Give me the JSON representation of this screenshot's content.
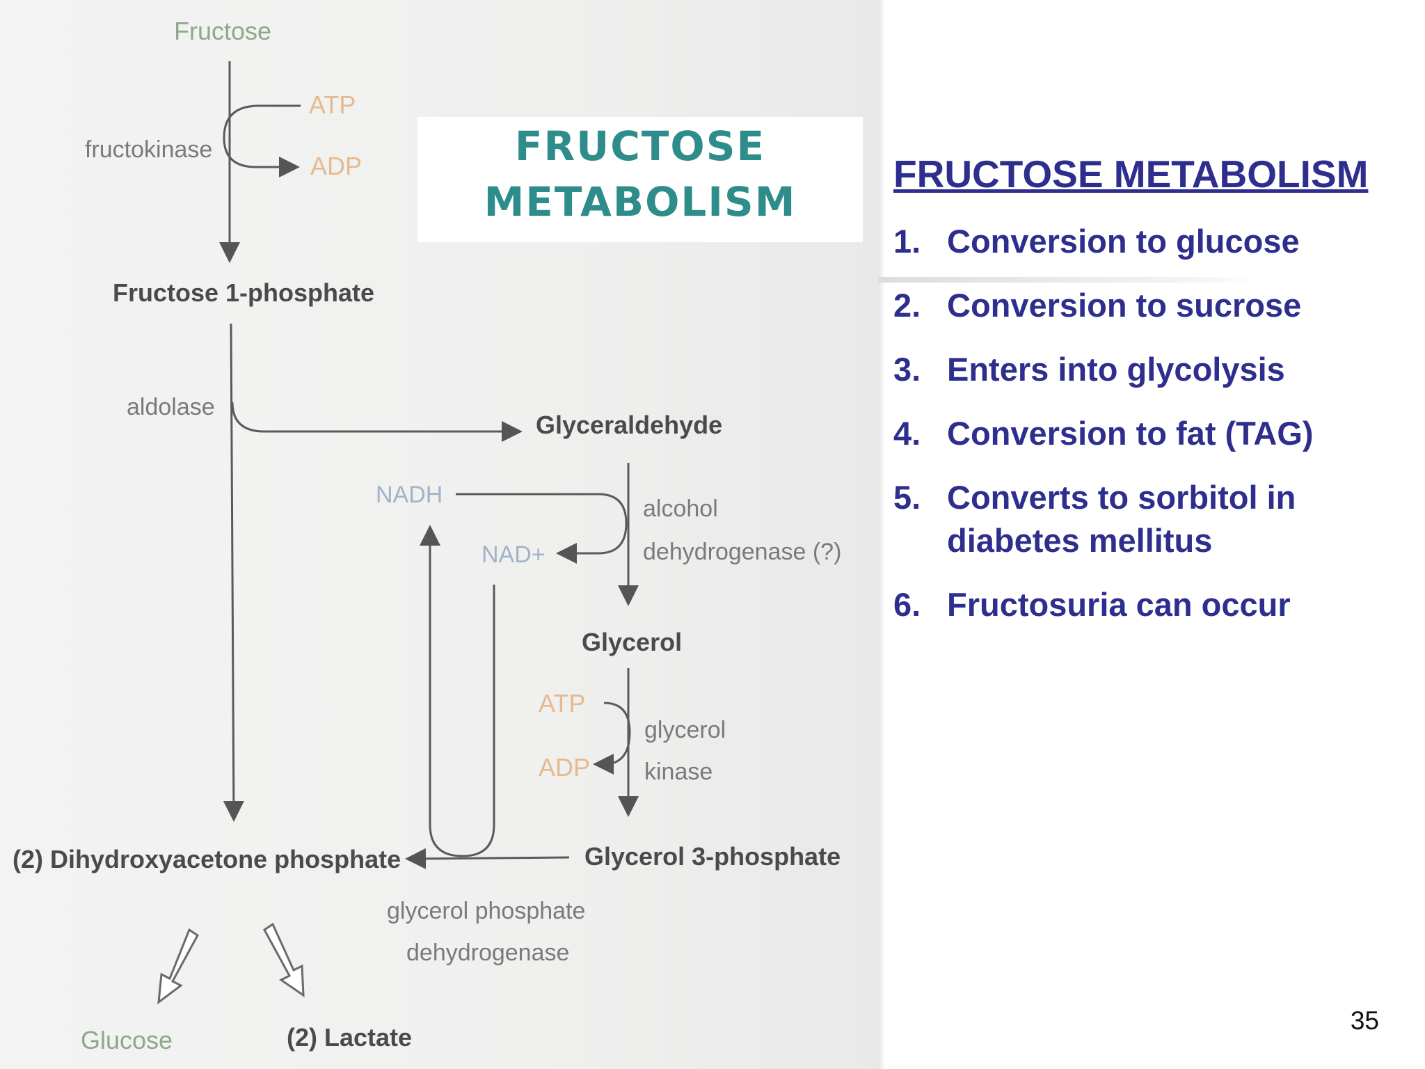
{
  "diagram": {
    "title_line1": "FRUCTOSE",
    "title_line2": "METABOLISM",
    "nodes": {
      "fructose": "Fructose",
      "fructose_1_phosphate": "Fructose 1-phosphate",
      "glyceraldehyde": "Glyceraldehyde",
      "glycerol": "Glycerol",
      "glycerol_3_phosphate": "Glycerol 3-phosphate",
      "dihydroxyacetone_phosphate": "(2) Dihydroxyacetone phosphate",
      "glucose": "Glucose",
      "lactate": "(2) Lactate"
    },
    "enzymes": {
      "fructokinase": "fructokinase",
      "aldolase": "aldolase",
      "alcohol_dh_line1": "alcohol",
      "alcohol_dh_line2": "dehydrogenase (?)",
      "glycerol_kinase_line1": "glycerol",
      "glycerol_kinase_line2": "kinase",
      "gpdh_line1": "glycerol phosphate",
      "gpdh_line2": "dehydrogenase"
    },
    "cofactors": {
      "atp_1": "ATP",
      "adp_1": "ADP",
      "nadh": "NADH",
      "nad": "NAD+",
      "atp_2": "ATP",
      "adp_2": "ADP"
    }
  },
  "slide": {
    "title": "FRUCTOSE METABOLISM",
    "items": [
      {
        "num": "1.",
        "text": "Conversion to glucose"
      },
      {
        "num": "2.",
        "text": "Conversion to sucrose"
      },
      {
        "num": "3.",
        "text": "Enters into glycolysis"
      },
      {
        "num": "4.",
        "text": "Conversion to fat (TAG)"
      },
      {
        "num": "5.",
        "text": "Converts to sorbitol in diabetes mellitus"
      },
      {
        "num": "6.",
        "text": "Fructosuria can occur"
      }
    ],
    "page_number": "35"
  },
  "colors": {
    "list_text": "#2e2e8e",
    "diagram_title": "#2e8c8a",
    "cofactor_orange": "#e6b98e",
    "cofactor_blue": "#a2b2c8",
    "end_product_green": "#8fa88a"
  }
}
